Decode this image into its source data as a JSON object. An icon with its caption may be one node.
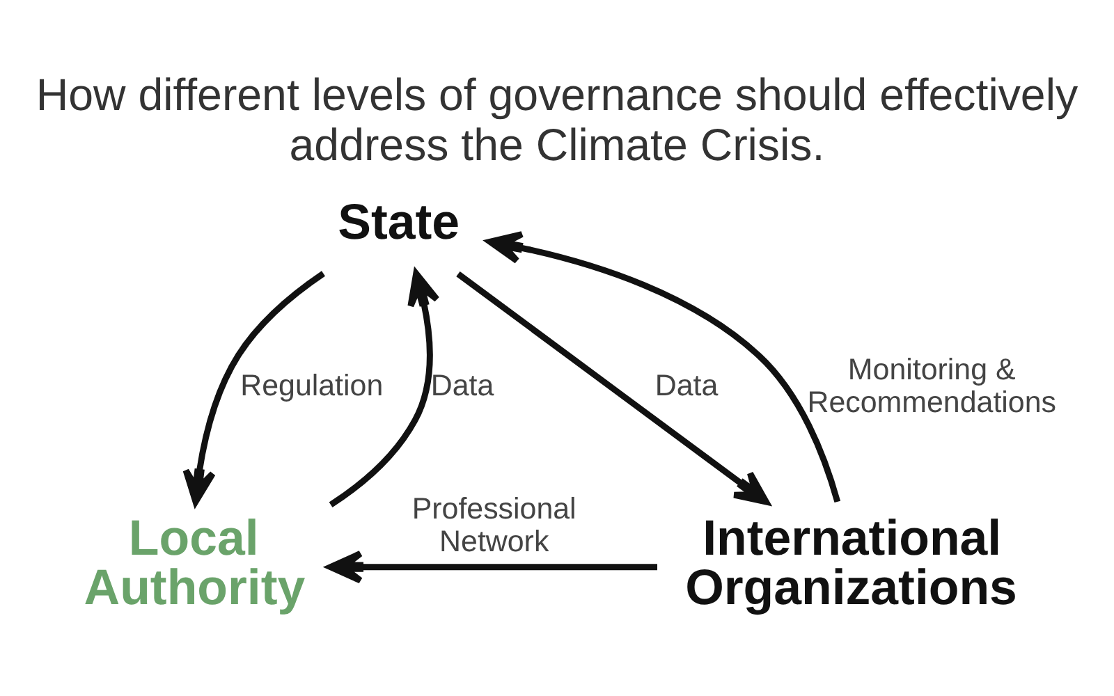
{
  "diagram": {
    "title": "How different levels of governance should effectively address the Climate Crisis.",
    "nodes": [
      {
        "text": [
          "State"
        ]
      },
      {
        "text": [
          "Local Authority"
        ]
      },
      {
        "text": [
          "International Organizations"
        ]
      }
    ],
    "edges": [
      {
        "from": 0,
        "to": 1,
        "arrow": "to",
        "label": "Regulation"
      },
      {
        "from": 1,
        "to": 0,
        "arrow": "to",
        "label": "Data"
      },
      {
        "from": 0,
        "to": 2,
        "arrow": "to",
        "label": "Data"
      },
      {
        "from": 2,
        "to": 0,
        "arrow": "to",
        "label": "Monitoring & Recommendations"
      },
      {
        "from": 2,
        "to": 1,
        "arrow": "to",
        "label": "Professional Network"
      }
    ]
  }
}
